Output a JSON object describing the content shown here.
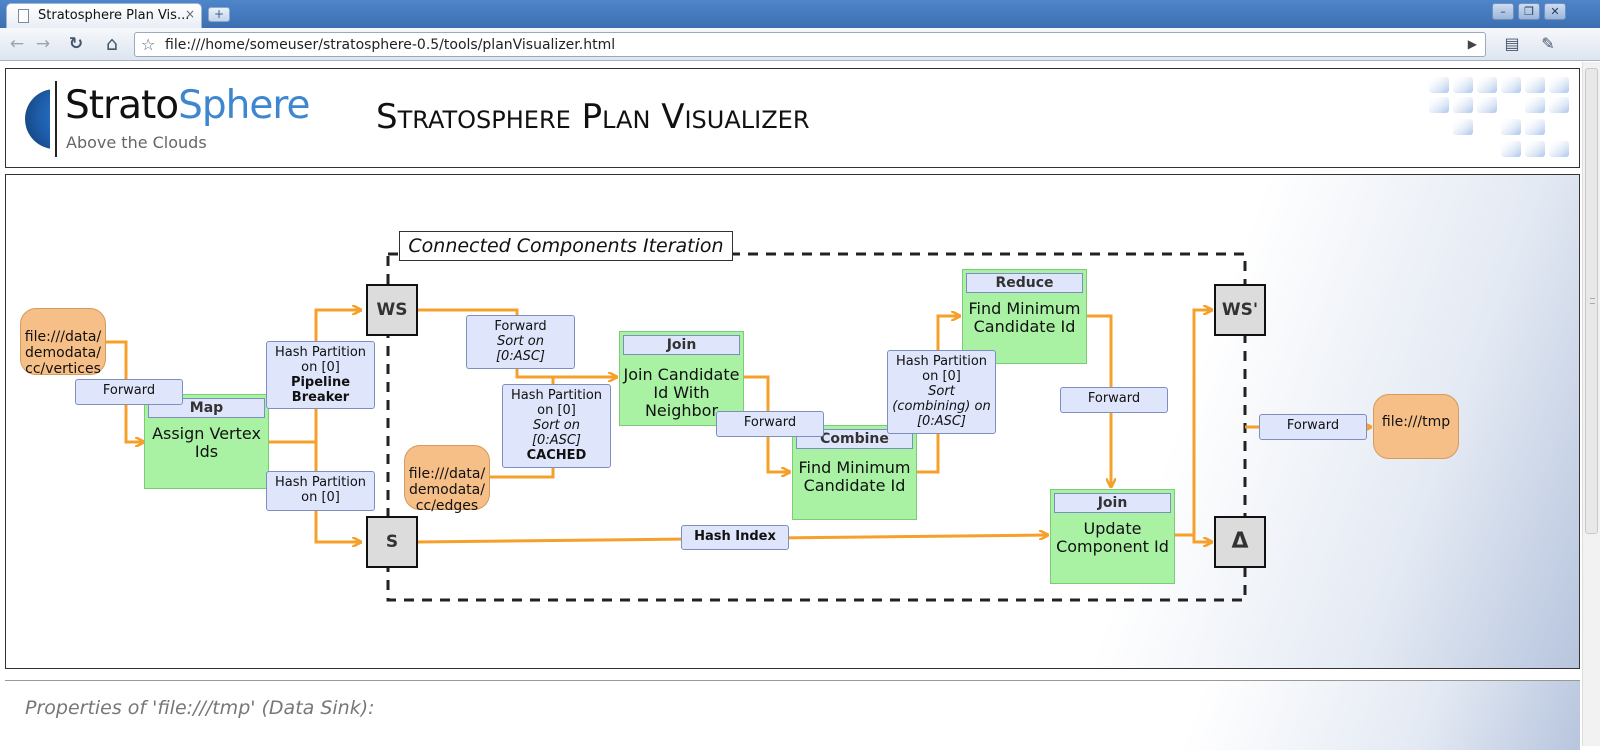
{
  "browser": {
    "tab_title": "Stratosphere Plan Vis...",
    "tab_close": "×",
    "new_tab": "+",
    "window_buttons": [
      "–",
      "❐",
      "✕"
    ],
    "nav": {
      "back": "←",
      "forward": "→",
      "reload": "↻",
      "home": "⌂"
    },
    "url": "file:///home/someuser/stratosphere-0.5/tools/planVisualizer.html",
    "star": "☆",
    "go": "▶",
    "page_menu": "▤",
    "wrench_menu": "✎"
  },
  "header": {
    "logo_name_part1": "Strato",
    "logo_name_part2": "Sphere",
    "logo_tagline": "Above the Clouds",
    "title": "Stratosphere Plan Visualizer"
  },
  "plan": {
    "iteration_label": "Connected Components Iteration",
    "sources": {
      "vertices": "file:///data/demodata/cc/vertices",
      "edges": "file:///data/demodata/cc/edges",
      "sink": "file:///tmp"
    },
    "operators": {
      "map": {
        "type": "Map",
        "name": "Assign Vertex Ids"
      },
      "join1": {
        "type": "Join",
        "name": "Join Candidate Id With Neighbor"
      },
      "combine": {
        "type": "Combine",
        "name": "Find Minimum Candidate Id"
      },
      "reduce": {
        "type": "Reduce",
        "name": "Find Minimum Candidate Id"
      },
      "join2": {
        "type": "Join",
        "name": "Update Component Id"
      }
    },
    "iteration_nodes": {
      "ws": "WS",
      "s": "S",
      "ws_prime": "WS'",
      "delta": "Δ"
    },
    "edges": {
      "forward_vertices": "Forward",
      "hash_pipeline": {
        "line1": "Hash Partition",
        "line2": "on [0]",
        "bold1": "Pipeline",
        "bold2": "Breaker"
      },
      "hash_s": {
        "line1": "Hash Partition",
        "line2": "on [0]"
      },
      "forward_sort": {
        "line1": "Forward",
        "italic1": "Sort on",
        "italic2": "[0:ASC]"
      },
      "hash_cached": {
        "line1": "Hash Partition",
        "line2": "on [0]",
        "italic1": "Sort on",
        "italic2": "[0:ASC]",
        "bold1": "CACHED"
      },
      "forward_join": "Forward",
      "hash_combining": {
        "line1": "Hash Partition",
        "line2": "on [0]",
        "italic1": "Sort",
        "italic2": "(combining) on",
        "italic3": "[0:ASC]"
      },
      "forward_reduce": "Forward",
      "hash_index": "Hash Index",
      "forward_sink": "Forward"
    },
    "colors": {
      "arrow": "#f5a02a",
      "source_fill": "#f6bf87",
      "operator_fill": "#a9f2a4",
      "label_fill": "#dfe6fb"
    }
  },
  "properties": {
    "title": "Properties of 'file:///tmp' (Data Sink):"
  }
}
